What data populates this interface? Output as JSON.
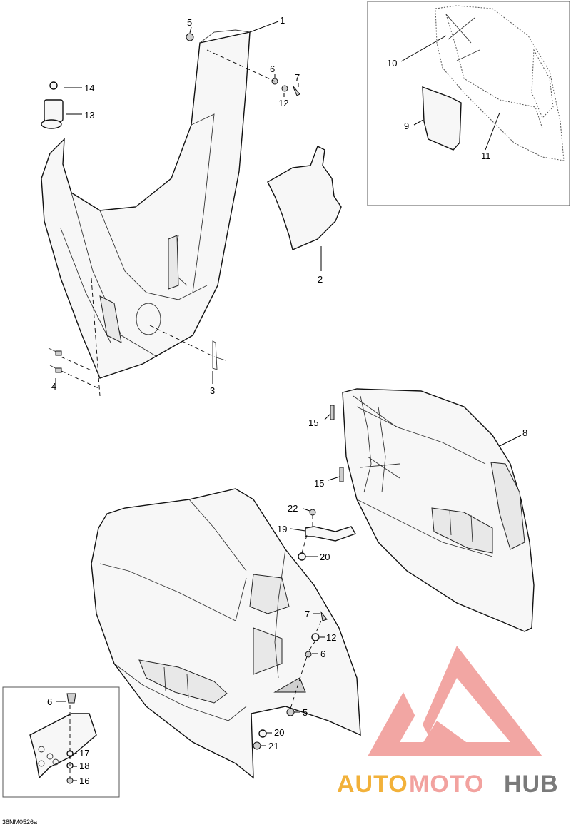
{
  "figure_ref": "38NM0526a",
  "callouts": {
    "c1": "1",
    "c2": "2",
    "c3": "3",
    "c4": "4",
    "c5_top": "5",
    "c6_top": "6",
    "c7_top": "7",
    "c12_top": "12",
    "c13": "13",
    "c14": "14",
    "c9": "9",
    "c10": "10",
    "c11": "11",
    "c8": "8",
    "c15_a": "15",
    "c15_b": "15",
    "c22": "22",
    "c19": "19",
    "c20_a": "20",
    "c7_b": "7",
    "c12_b": "12",
    "c6_b": "6",
    "c5_b": "5",
    "c20_b": "20",
    "c21": "21",
    "c6_inset": "6",
    "c17": "17",
    "c18": "18",
    "c16": "16"
  },
  "watermark": {
    "text_auto": "AUTO",
    "text_moto": "MOTO",
    "text_hub": "HUB",
    "colors": {
      "auto": "#f2b13a",
      "moto": "#f2a29f",
      "hub": "#7a7a7a",
      "logo": "#f2a29f"
    }
  }
}
